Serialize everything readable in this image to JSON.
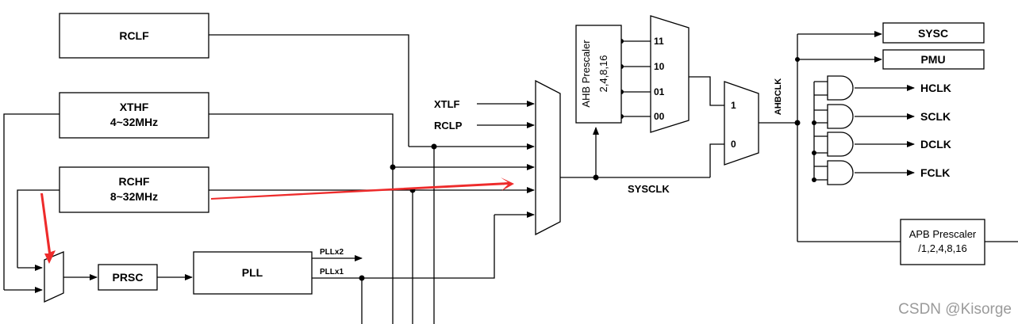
{
  "blocks": {
    "rclf": "RCLF",
    "xthf_name": "XTHF",
    "xthf_freq": "4~32MHz",
    "rchf_name": "RCHF",
    "rchf_freq": "8~32MHz",
    "prsc": "PRSC",
    "pll": "PLL",
    "ahb_prescaler_line1": "AHB Prescaler",
    "ahb_prescaler_line2": "2,4,8,16",
    "apb_prescaler_line1": "APB Prescaler",
    "apb_prescaler_line2": "/1,2,4,8,16",
    "sysc": "SYSC",
    "pmu": "PMU"
  },
  "signals": {
    "xtlf": "XTLF",
    "rclp": "RCLP",
    "sysclk": "SYSCLK",
    "ahbclk": "AHBCLK",
    "pllx2": "PLLx2",
    "pllx1": "PLLx1"
  },
  "mux_inputs": {
    "ahb_sel": [
      "11",
      "10",
      "01",
      "00"
    ],
    "sys_sel": [
      "1",
      "0"
    ]
  },
  "outputs": [
    "HCLK",
    "SCLK",
    "DCLK",
    "FCLK"
  ],
  "watermark": "CSDN @Kisorge",
  "colors": {
    "line": "#000000",
    "annotation_arrow": "#ee2b2b",
    "watermark": "#9a9a9a"
  }
}
